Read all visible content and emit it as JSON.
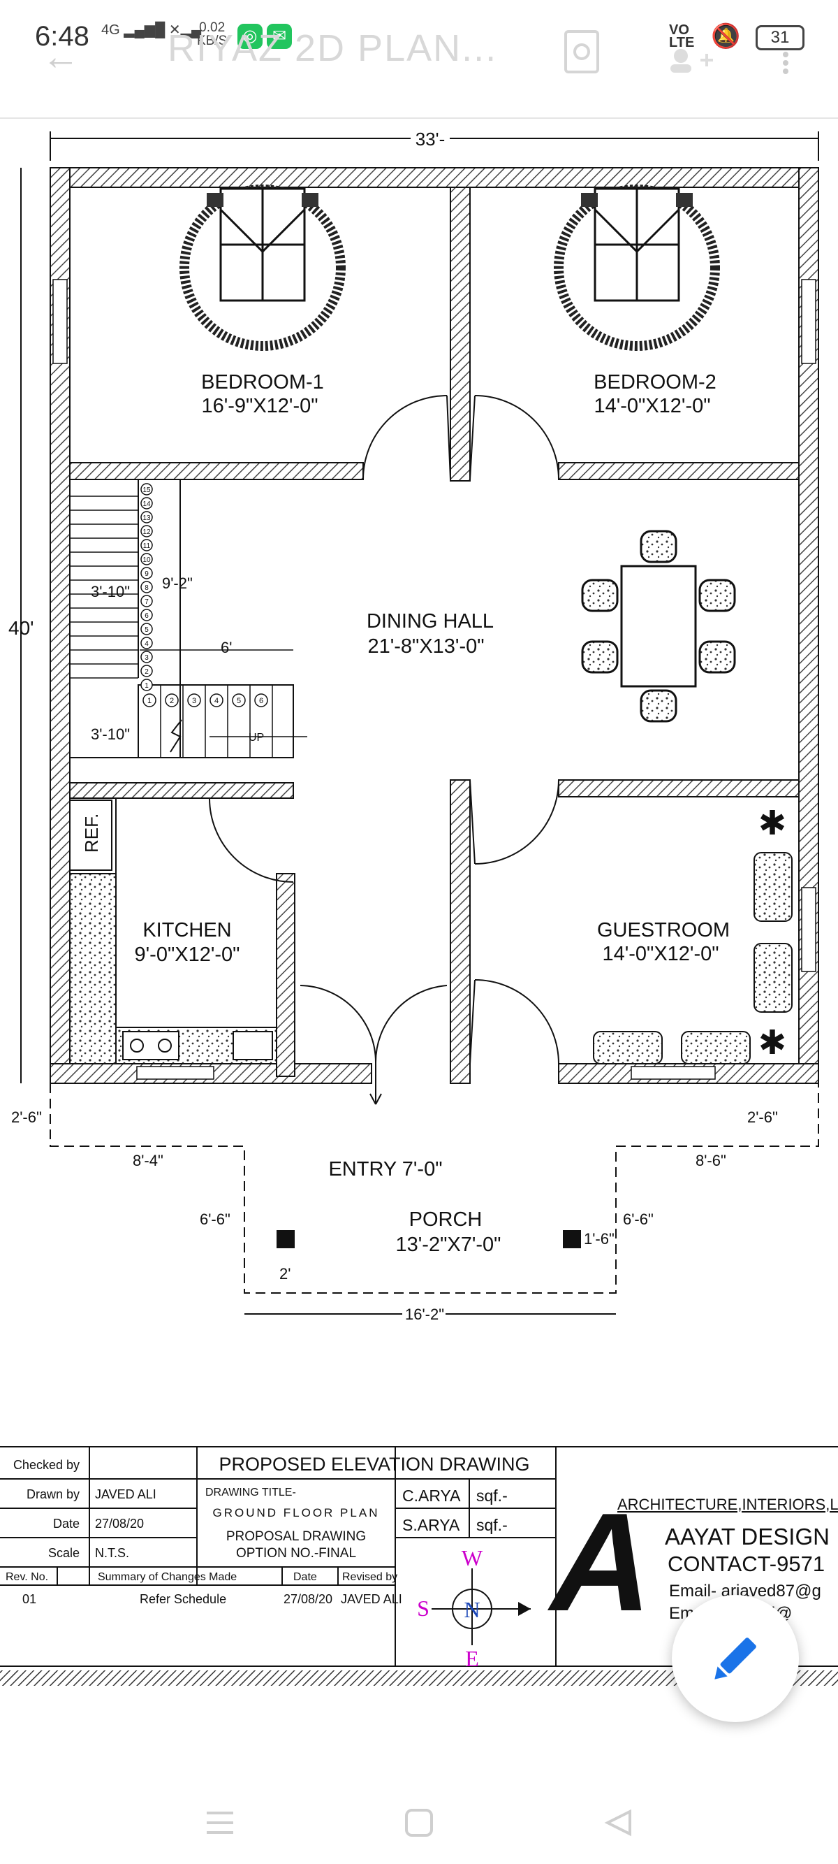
{
  "status_bar": {
    "time": "6:48",
    "network": "4G",
    "speed_value": "0.02",
    "speed_unit": "KB/S",
    "volte": "VO\nLTE",
    "battery": "31"
  },
  "app_bar": {
    "title": "RIYAZ 2D PLAN..."
  },
  "plan": {
    "dim_width": "33'-",
    "dim_height": "40'",
    "rooms": {
      "bedroom1_name": "BEDROOM-1",
      "bedroom1_size": "16'-9\"X12'-0\"",
      "bedroom2_name": "BEDROOM-2",
      "bedroom2_size": "14'-0\"X12'-0\"",
      "dining_name": "DINING HALL",
      "dining_size": "21'-8\"X13'-0\"",
      "kitchen_name": "KITCHEN",
      "kitchen_size": "9'-0\"X12'-0\"",
      "guest_name": "GUESTROOM",
      "guest_size": "14'-0\"X12'-0\"",
      "porch_name": "PORCH",
      "porch_size": "13'-2\"X7'-0\"",
      "entry": "ENTRY 7'-0\"",
      "ref": "REF."
    },
    "dims": {
      "stair_w1": "3'-10\"",
      "stair_v": "9'-2\"",
      "stair_6": "6'",
      "stair_w2": "3'-10\"",
      "up": "UP",
      "left_26": "2'-6\"",
      "right_26": "2'-6\"",
      "porch_84": "8'-4\"",
      "porch_86": "8'-6\"",
      "porch_66l": "6'-6\"",
      "porch_66r": "6'-6\"",
      "porch_2": "2'",
      "porch_16": "1'-6\"",
      "porch_162": "16'-2\""
    },
    "stair_steps_vertical": [
      "15",
      "14",
      "13",
      "12",
      "11",
      "10",
      "9",
      "8",
      "7",
      "6",
      "5",
      "4",
      "3",
      "2",
      "1"
    ],
    "stair_steps_horizontal": [
      "1",
      "2",
      "3",
      "4",
      "5",
      "6"
    ]
  },
  "title_block": {
    "checked_by_label": "Checked by",
    "drawn_by_label": "Drawn by",
    "drawn_by": "JAVED ALI",
    "date_label": "Date",
    "date": "27/08/20",
    "scale_label": "Scale",
    "scale": "N.T.S.",
    "rev_no_label": "Rev. No.",
    "summary_label": "Summary of Changes Made",
    "rev_date_label": "Date",
    "revised_by_label": "Revised by",
    "rev_no": "01",
    "rev_summary": "Refer Schedule",
    "rev_date": "27/08/20",
    "rev_by": "JAVED ALI",
    "heading": "PROPOSED ELEVATION DRAWING",
    "drawing_title_label": "DRAWING TITLE-",
    "drawing_title": "GROUND FLOOR PLAN",
    "proposal": "PROPOSAL DRAWING",
    "option": "OPTION NO.-FINAL",
    "carya": "C.ARYA",
    "sarya": "S.ARYA",
    "sqf1": "sqf.-",
    "sqf2": "sqf.-",
    "compass_w": "W",
    "compass_s": "S",
    "compass_n": "N",
    "compass_e": "E",
    "firm_tagline": "ARCHITECTURE,INTERIORS,L",
    "firm_name": "AAYAT DESIGN",
    "contact": "CONTACT-9571",
    "email1": "Email- arjaved87@g",
    "email2": "Em        alicad@",
    "logo_letter": "A"
  },
  "colors": {
    "line": "#111111",
    "hatch": "#444444",
    "fab_icon": "#1a73e8",
    "compass_text": "#cc00cc"
  },
  "icons": {
    "fab": "pencil-icon",
    "back": "back-arrow-icon",
    "search": "document-search-icon",
    "more": "more-vert-icon"
  }
}
